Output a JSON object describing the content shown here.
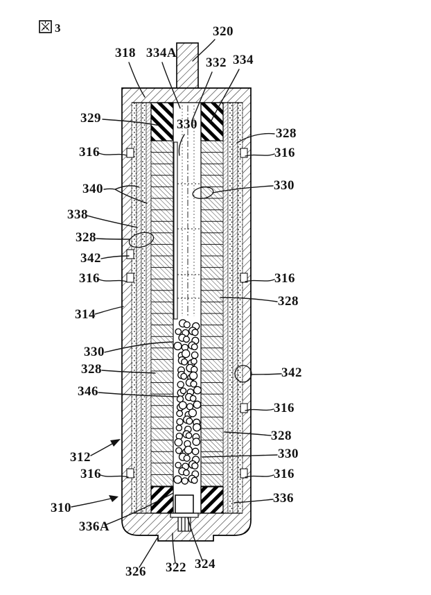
{
  "figure": {
    "label": "図3",
    "number": "3"
  },
  "colors": {
    "ink": "#121212",
    "background": "#ffffff"
  },
  "callouts": [
    {
      "id": "terminal-top",
      "text": "320"
    },
    {
      "id": "cap",
      "text": "318"
    },
    {
      "id": "gasket-top",
      "text": "334A"
    },
    {
      "id": "center-tube",
      "text": "332"
    },
    {
      "id": "insulator-top-right",
      "text": "334"
    },
    {
      "id": "insulator-top-left",
      "text": "329"
    },
    {
      "id": "core-top",
      "text": "330"
    },
    {
      "id": "electrode-right-1",
      "text": "328"
    },
    {
      "id": "separator-left-1",
      "text": "316"
    },
    {
      "id": "separator-right-1",
      "text": "316"
    },
    {
      "id": "layers-left",
      "text": "340"
    },
    {
      "id": "core-right-1",
      "text": "330"
    },
    {
      "id": "liner-left",
      "text": "338"
    },
    {
      "id": "electrode-left-1",
      "text": "328"
    },
    {
      "id": "winding-left",
      "text": "342"
    },
    {
      "id": "separator-left-2",
      "text": "316"
    },
    {
      "id": "separator-right-2",
      "text": "316"
    },
    {
      "id": "case-inner",
      "text": "314"
    },
    {
      "id": "electrode-right-2",
      "text": "328"
    },
    {
      "id": "core-left",
      "text": "330"
    },
    {
      "id": "electrode-left-2",
      "text": "328"
    },
    {
      "id": "winding-right",
      "text": "342"
    },
    {
      "id": "beads-fill-label",
      "text": "346"
    },
    {
      "id": "separator-right-3",
      "text": "316"
    },
    {
      "id": "case-outer",
      "text": "312"
    },
    {
      "id": "electrode-right-3",
      "text": "328"
    },
    {
      "id": "core-right-2",
      "text": "330"
    },
    {
      "id": "separator-left-3",
      "text": "316"
    },
    {
      "id": "separator-right-4",
      "text": "316"
    },
    {
      "id": "cell-assembly",
      "text": "310"
    },
    {
      "id": "insulator-bottom-right",
      "text": "336"
    },
    {
      "id": "insulator-bottom-left",
      "text": "336A"
    },
    {
      "id": "base-notch",
      "text": "326"
    },
    {
      "id": "vent",
      "text": "322"
    },
    {
      "id": "valve-box",
      "text": "324"
    }
  ]
}
